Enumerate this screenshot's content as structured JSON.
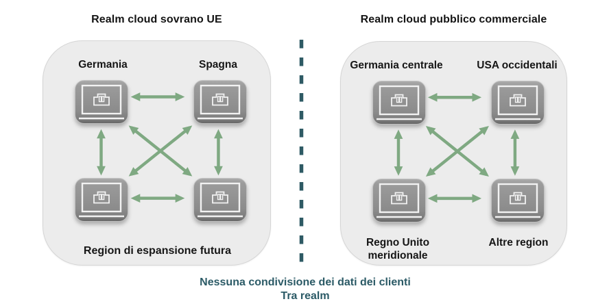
{
  "left_realm": {
    "title": "Realm cloud sovrano UE",
    "node_top_left": "Germania",
    "node_top_right": "Spagna",
    "bottom_label": "Region di espansione futura"
  },
  "right_realm": {
    "title": "Realm cloud pubblico commerciale",
    "node_top_left": "Germania centrale",
    "node_top_right": "USA occidentali",
    "node_bottom_left": "Regno Unito meridionale",
    "node_bottom_right": "Altre region"
  },
  "caption": {
    "line1": "Nessuna condivisione dei dati dei clienti",
    "line2": "Tra realm"
  },
  "icons": {
    "node": "laptop-datacenter-icon",
    "arrow": "double-headed-arrow",
    "divider": "vertical-dashed-separator"
  },
  "colors": {
    "arrow_green": "#7fa982",
    "divider_teal": "#2e5a64",
    "caption_teal": "#2b5a66",
    "realm_box_bg": "#ececec",
    "laptop_gray": "#8b8b8b",
    "label_text": "#161616"
  }
}
